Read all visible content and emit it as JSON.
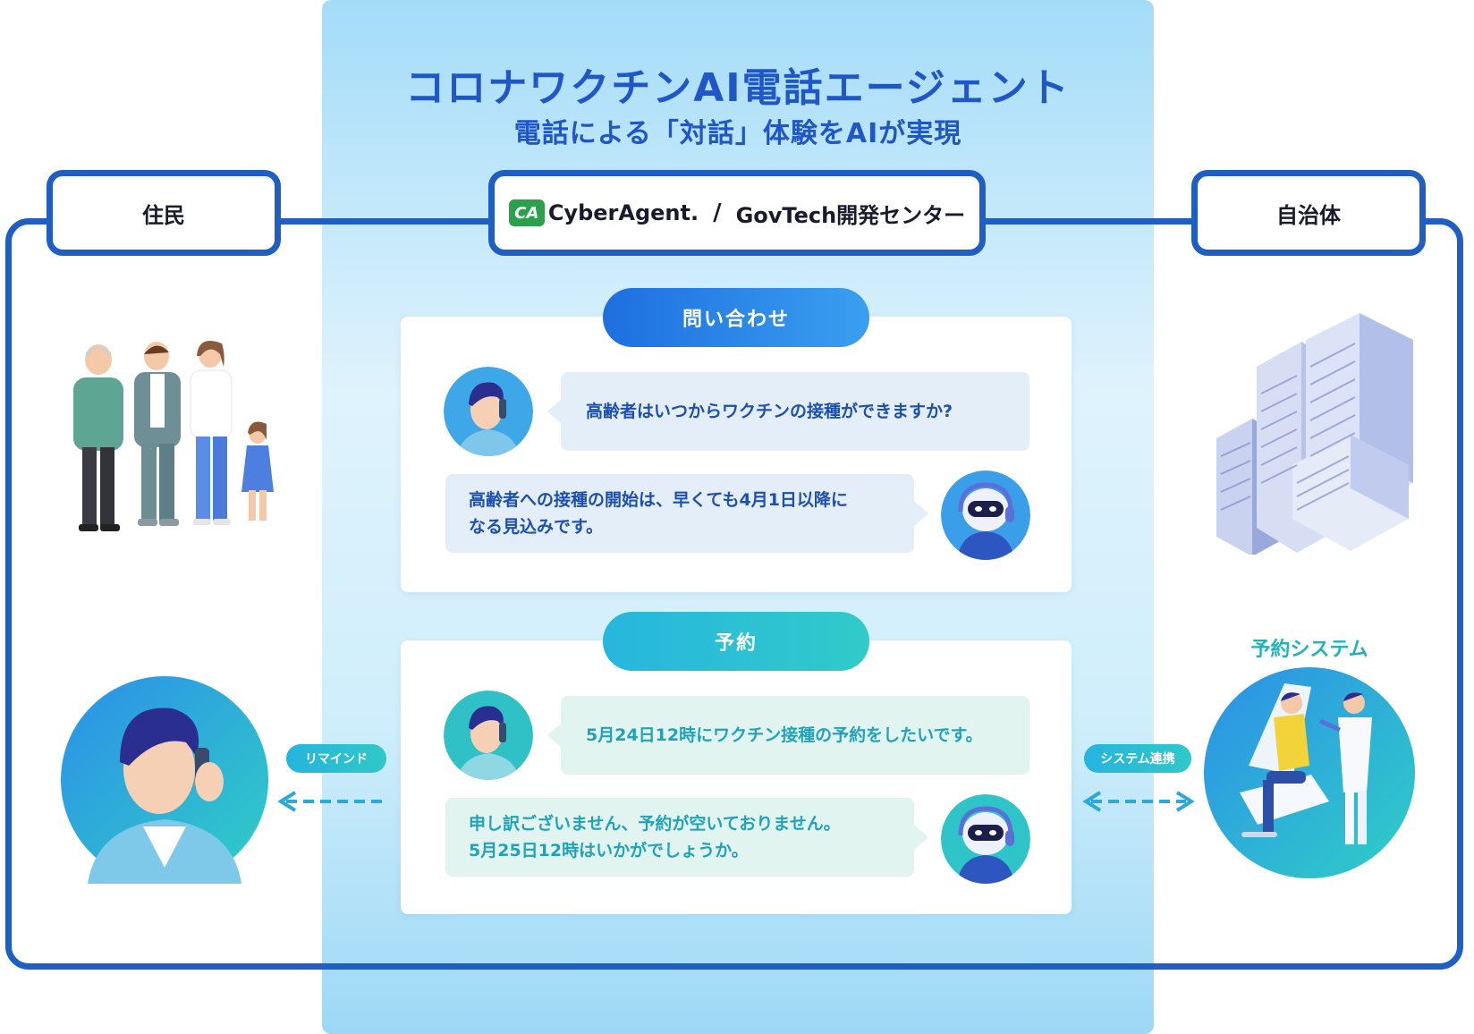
{
  "title": {
    "main": "コロナワクチンAI電話エージェント",
    "sub": "電話による「対話」体験をAIが実現"
  },
  "headers": {
    "residents": "住民",
    "provider_logo": "CyberAgent.",
    "provider_divider": "/",
    "provider_center": "GovTech開発センター",
    "municipality": "自治体"
  },
  "inquiry": {
    "label": "問い合わせ",
    "question": "高齢者はいつからワクチンの接種ができますか?",
    "answer_line1": "高齢者への接種の開始は、早くても4月1日以降に",
    "answer_line2": "なる見込みです。"
  },
  "reservation": {
    "label": "予約",
    "question": "5月24日12時にワクチン接種の予約をしたいです。",
    "answer_line1": "申し訳ございません、予約が空いておりません。",
    "answer_line2": "5月25日12時はいかがでしょうか。"
  },
  "connectors": {
    "remind": "リマインド",
    "system_link": "システム連携"
  },
  "reservation_system_label": "予約システム",
  "colors": {
    "primary": "#1f5fc4",
    "accent_blue": "#1e6fe0",
    "accent_teal": "#2ec4c8",
    "panel_light": "#dff3fd"
  }
}
